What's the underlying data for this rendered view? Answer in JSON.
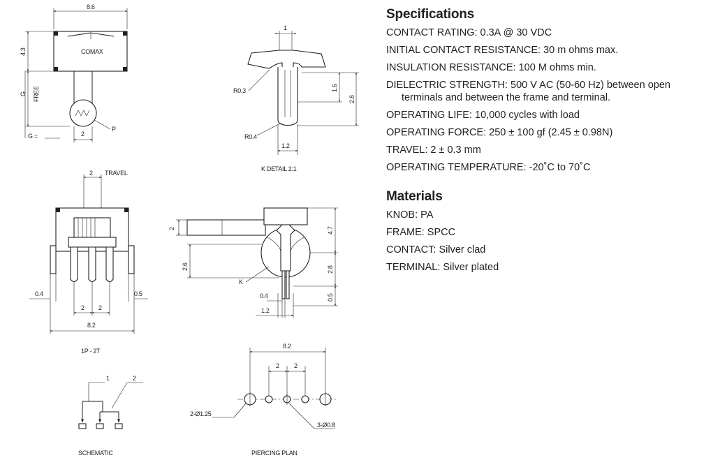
{
  "specifications": {
    "title": "Specifications",
    "items": [
      {
        "text": "CONTACT RATING:  0.3A @ 30 VDC",
        "cont": ""
      },
      {
        "text": "INITIAL CONTACT RESISTANCE:  30 m ohms max.",
        "cont": ""
      },
      {
        "text": "INSULATION RESISTANCE: 100 M ohms min.",
        "cont": ""
      },
      {
        "text": "DIELECTRIC STRENGTH: 500 V AC (50-60 Hz) between open",
        "cont": "terminals and between the frame and terminal."
      },
      {
        "text": "OPERATING LIFE: 10,000 cycles with load",
        "cont": ""
      },
      {
        "text": "OPERATING FORCE: 250 ± 100 gf  (2.45 ± 0.98N)",
        "cont": ""
      },
      {
        "text": "TRAVEL: 2 ± 0.3 mm",
        "cont": ""
      },
      {
        "text": "OPERATING TEMPERATURE: -20˚C to 70˚C",
        "cont": ""
      }
    ]
  },
  "materials": {
    "title": "Materials",
    "items": [
      "KNOB: PA",
      "FRAME: SPCC",
      "CONTACT: Silver clad",
      "TERMINAL: Silver plated"
    ]
  },
  "drawing": {
    "top_view": {
      "dim_width": "8.6",
      "dim_height": "4.3",
      "brand": "COMAX",
      "dim_g": "G",
      "free": "FREE",
      "dim_2": "2",
      "callout_p": "P",
      "g_eq": "G ="
    },
    "k_detail": {
      "dim_1": "1",
      "r03": "R0.3",
      "dim_16": "1.6",
      "dim_28": "2.8",
      "r04": "R0.4",
      "dim_12": "1.2",
      "caption": "K DETAIL 2:1"
    },
    "front_view": {
      "dim_2": "2",
      "travel": "TRAVEL",
      "dim_04": "0.4",
      "dim_05": "0.5",
      "dim_2a": "2",
      "dim_2b": "2",
      "dim_82": "8.2",
      "caption": "1P - 2T"
    },
    "side_view": {
      "dim_2": "2",
      "dim_26": "2.6",
      "dim_47": "4.7",
      "dim_28": "2.8",
      "callout_k": "K",
      "dim_04": "0.4",
      "dim_12": "1.2",
      "dim_05": "0.5"
    },
    "schematic": {
      "label_1": "1",
      "label_2": "2",
      "caption": "SCHEMATIC"
    },
    "piercing": {
      "dim_82": "8.2",
      "dim_2a": "2",
      "dim_2b": "2",
      "hole_big": "2-Ø1.25",
      "hole_small": "3-Ø0.8",
      "caption": "PIERCING PLAN"
    }
  }
}
